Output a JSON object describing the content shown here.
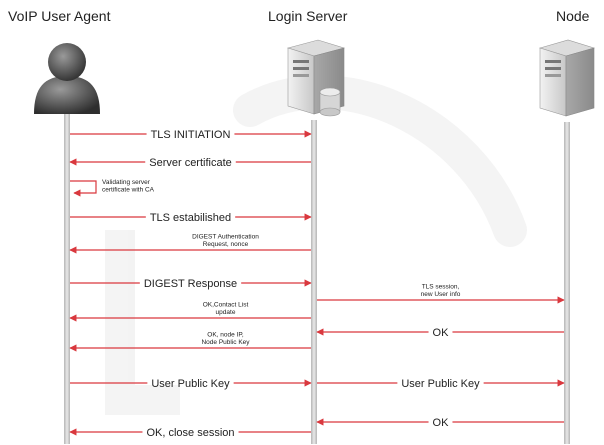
{
  "participants": {
    "user_agent": "VoIP User Agent",
    "login_server": "Login Server",
    "node": "Node"
  },
  "colors": {
    "arrow": "#d9383e",
    "lifeline": "#c9c9c9",
    "text": "#222222",
    "watermark": "#ececec"
  },
  "icons": {
    "user_agent": "person-icon",
    "login_server": "server-with-database-icon",
    "node": "server-icon"
  },
  "messages": [
    {
      "id": "tls-initiation",
      "text": "TLS INITIATION",
      "from": "user_agent",
      "to": "login_server",
      "size": "large"
    },
    {
      "id": "server-certificate",
      "text": "Server certificate",
      "from": "login_server",
      "to": "user_agent",
      "size": "large"
    },
    {
      "id": "validating-ca",
      "text": "Validating server\ncertificate with CA",
      "from": "user_agent",
      "to": "user_agent",
      "size": "small",
      "self": true
    },
    {
      "id": "tls-established",
      "text": "TLS estabilished",
      "from": "user_agent",
      "to": "login_server",
      "size": "large"
    },
    {
      "id": "digest-request",
      "text": "DIGEST Authentication\nRequest, nonce",
      "from": "login_server",
      "to": "user_agent",
      "size": "small"
    },
    {
      "id": "digest-response",
      "text": "DIGEST Response",
      "from": "user_agent",
      "to": "login_server",
      "size": "large"
    },
    {
      "id": "tls-session-user-info",
      "text": "TLS session,\nnew User info",
      "from": "login_server",
      "to": "node",
      "size": "small"
    },
    {
      "id": "ok-contact-list",
      "text": "OK,Contact List\nupdate",
      "from": "login_server",
      "to": "user_agent",
      "size": "small"
    },
    {
      "id": "ok-node-to-server",
      "text": "OK",
      "from": "node",
      "to": "login_server",
      "size": "large"
    },
    {
      "id": "ok-node-ip",
      "text": "OK, node IP,\nNode Public Key",
      "from": "login_server",
      "to": "user_agent",
      "size": "small"
    },
    {
      "id": "user-public-key-1",
      "text": "User   Public Key",
      "from": "user_agent",
      "to": "login_server",
      "size": "large"
    },
    {
      "id": "user-public-key-2",
      "text": "User   Public Key",
      "from": "login_server",
      "to": "node",
      "size": "large"
    },
    {
      "id": "ok-node-to-server-2",
      "text": "OK",
      "from": "node",
      "to": "login_server",
      "size": "large"
    },
    {
      "id": "ok-close-session",
      "text": "OK, close session",
      "from": "login_server",
      "to": "user_agent",
      "size": "large"
    }
  ]
}
